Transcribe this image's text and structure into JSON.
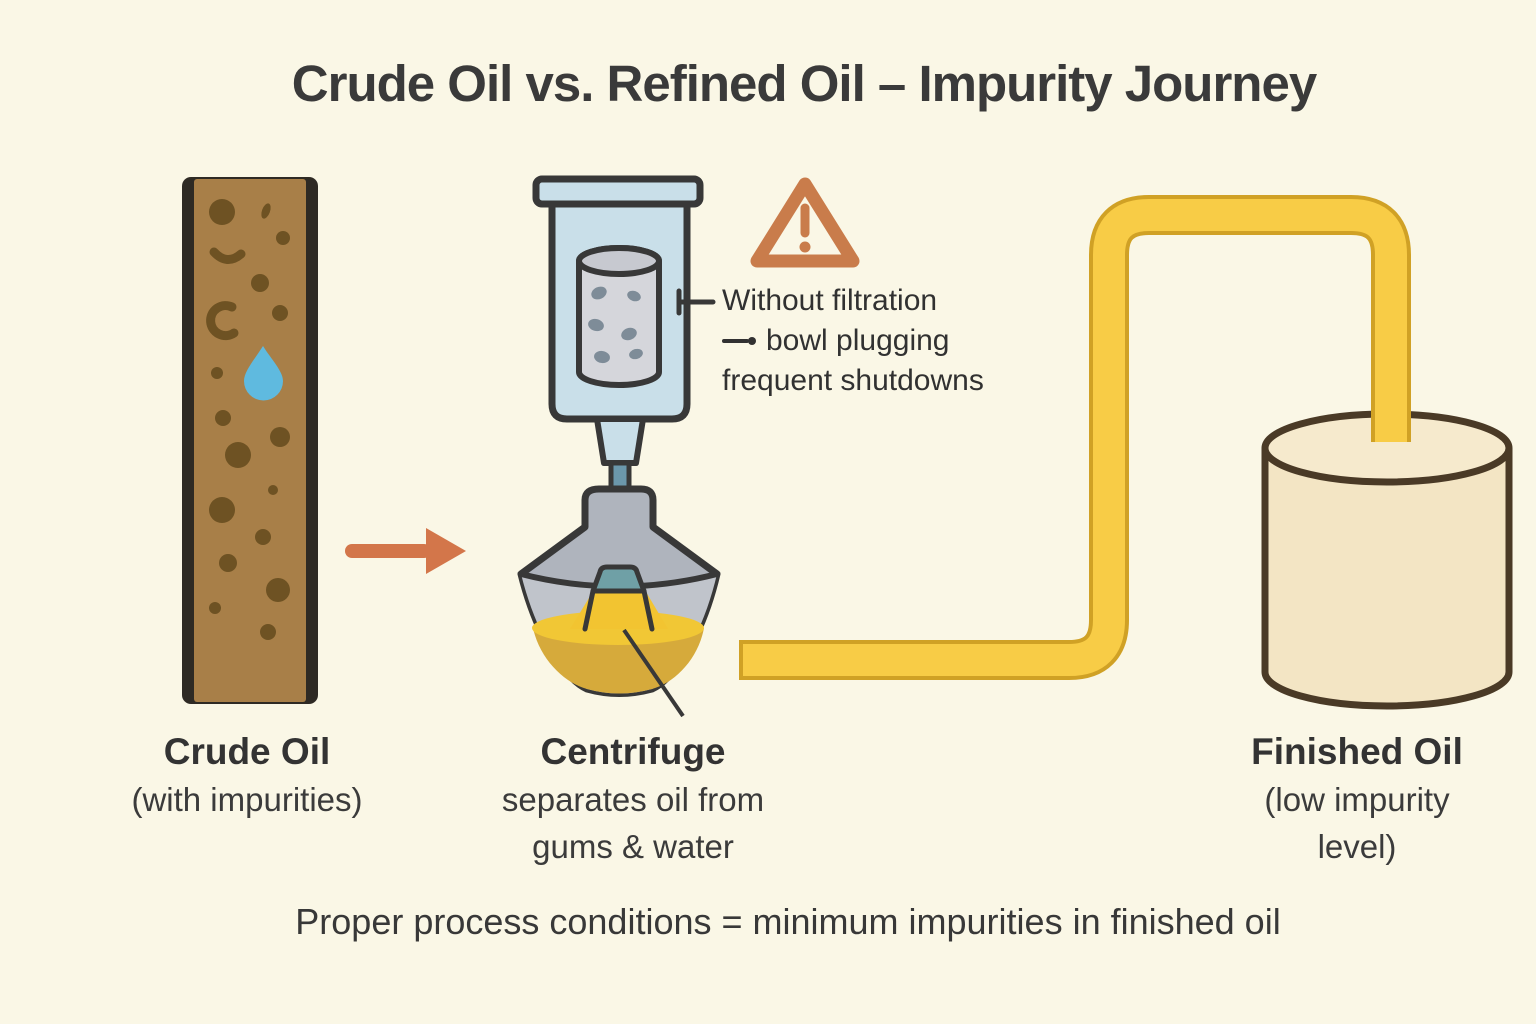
{
  "title": "Crude Oil vs. Refined Oil – Impurity Journey",
  "stages": {
    "crude": {
      "label": "Crude Oil",
      "sublabel": "(with impurities)"
    },
    "centrifuge": {
      "label": "Centrifuge",
      "sublines": [
        "separates oil from",
        "gums & water"
      ]
    },
    "finished": {
      "label": "Finished Oil",
      "sublines": [
        "(low impurity",
        "level)"
      ]
    }
  },
  "warning": {
    "lines": [
      "Without filtration",
      "bowl plugging",
      "frequent shutdowns"
    ]
  },
  "footer": {
    "text": "Proper process conditions = minimum impurities in finished oil"
  },
  "colors": {
    "background": "#FAF7E6",
    "ink": "#3A3A3A",
    "outline_dark": "#383838",
    "crude_brown": "#A87F48",
    "impurity_brown": "#6E5223",
    "water_blue": "#5FBADF",
    "arrow_orange": "#D3764A",
    "alert_orange": "#C97C4B",
    "machine_blue": "#C9DFE9",
    "machine_gray": "#AFB4BD",
    "steel_blue": "#6B97AB",
    "oil_yellow": "#F1C735",
    "pipe_yellow": "#F8CC46",
    "pipe_border": "#D0A125",
    "tank_cream": "#F3E5C4",
    "tank_outline": "#4A3A26"
  }
}
